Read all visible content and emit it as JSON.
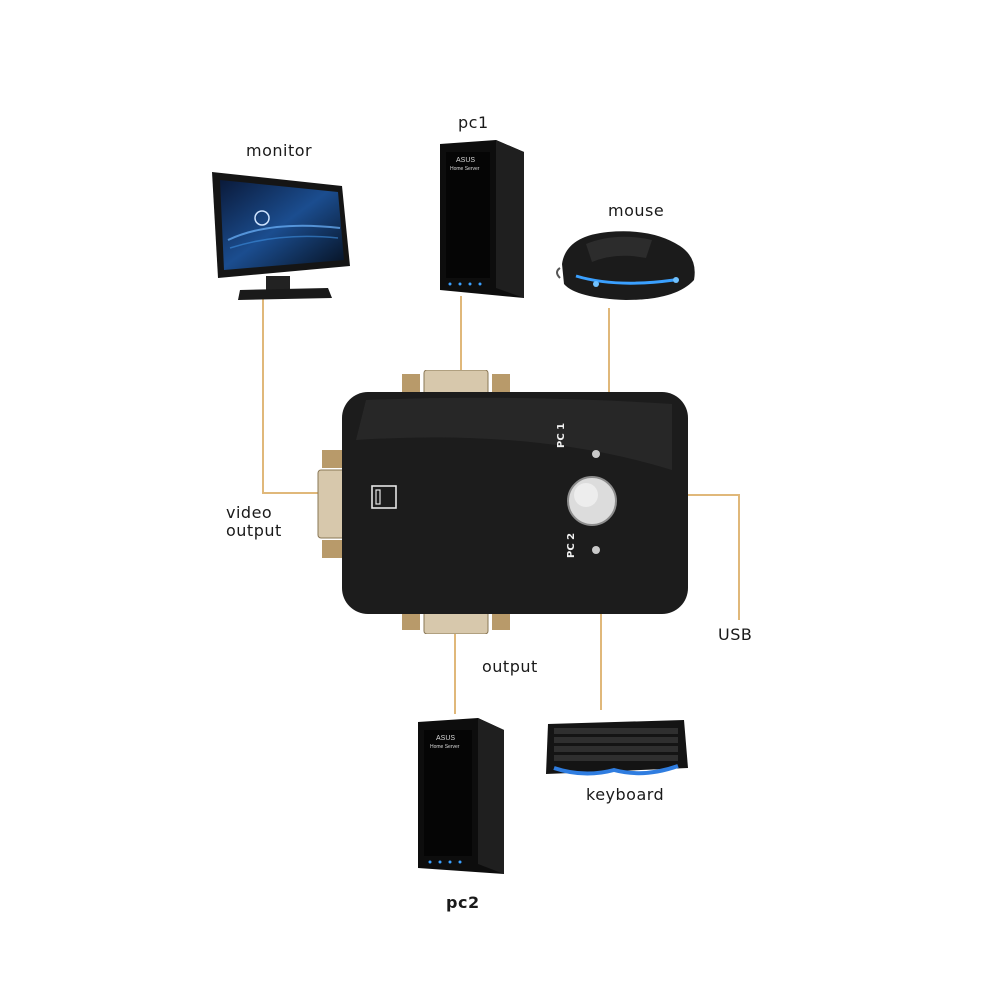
{
  "labels": {
    "monitor": "monitor",
    "pc1": "pc1",
    "mouse": "mouse",
    "video_output_line1": "video",
    "video_output_line2": "output",
    "usb": "USB",
    "output": "output",
    "keyboard": "keyboard",
    "pc2": "pc2"
  },
  "switch": {
    "port_top": "PC 1",
    "port_bottom": "PC 2"
  },
  "tower_brand": {
    "name": "ASUS",
    "line": "Home Server"
  },
  "colors": {
    "connector_line": "#e0b87a",
    "switch_body": "#1c1c1c",
    "led_blue": "#3aa0ff"
  }
}
